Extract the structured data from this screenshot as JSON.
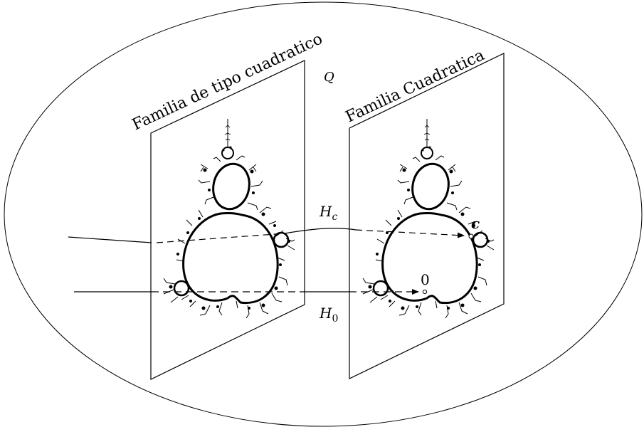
{
  "diagram": {
    "space_label": "Q",
    "left_panel": {
      "title": "Familia de tipo cuadratico"
    },
    "right_panel": {
      "title": "Familia Cuadratica"
    },
    "map_c": {
      "base": "H",
      "sub": "c"
    },
    "map_0": {
      "base": "H",
      "sub": "0"
    },
    "point_c": "c",
    "point_0": "0"
  },
  "colors": {
    "stroke": "#000000",
    "fill": "#000000",
    "background": "#ffffff"
  },
  "icons": [
    "mandelbrot-set-left",
    "mandelbrot-set-right",
    "arrow-head"
  ]
}
